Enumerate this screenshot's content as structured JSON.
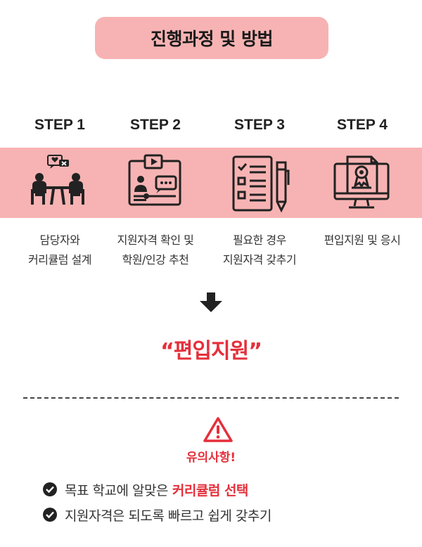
{
  "title": "진행과정 및 방법",
  "steps": [
    {
      "label": "STEP 1",
      "desc": [
        "담당자와",
        "커리큘럼 설계"
      ],
      "icon": "consultation-meeting-icon"
    },
    {
      "label": "STEP 2",
      "desc": [
        "지원자격 확인 및",
        "학원/인강 추천"
      ],
      "icon": "online-lecture-icon"
    },
    {
      "label": "STEP 3",
      "desc": [
        "필요한 경우",
        "지원자격 갖추기"
      ],
      "icon": "checklist-icon"
    },
    {
      "label": "STEP 4",
      "desc": [
        "편입지원 및 응시"
      ],
      "icon": "online-certificate-icon"
    }
  ],
  "highlight": "“편입지원”",
  "notice": {
    "title": "유의사항!",
    "items": [
      {
        "text": "목표 학교에 알맞은",
        "emphasis": "커리큘럼 선택"
      },
      {
        "text": "지원자격은 되도록 빠르고 쉽게 갖추기"
      }
    ]
  },
  "colors": {
    "band": "#f7b3b3",
    "accent": "#e52f3b",
    "text": "#222222"
  }
}
